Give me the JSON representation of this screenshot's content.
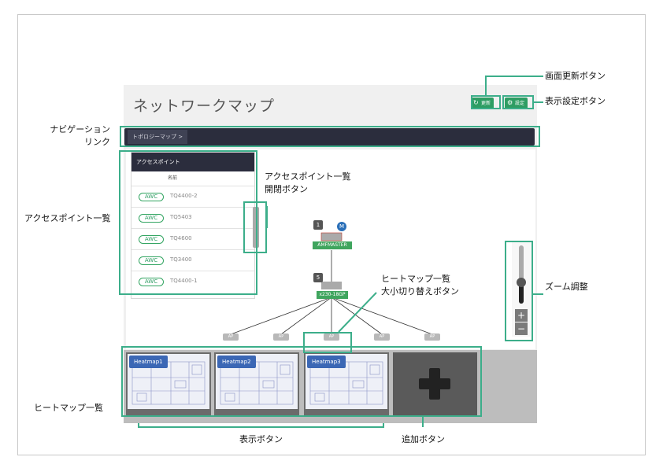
{
  "app": {
    "title": "ネットワークマップ",
    "refresh_button": "更新",
    "settings_button": "設定",
    "breadcrumb": "トポロジーマップ >"
  },
  "access_points": {
    "header": "アクセスポイント",
    "column_name": "名前",
    "rows": [
      {
        "badge": "AWC",
        "name": "TQ4400-2"
      },
      {
        "badge": "AWC",
        "name": "TQ5403"
      },
      {
        "badge": "AWC",
        "name": "TQ4600"
      },
      {
        "badge": "AWC",
        "name": "TQ3400"
      },
      {
        "badge": "AWC",
        "name": "TQ4400-1"
      }
    ]
  },
  "topology": {
    "master": {
      "badge": "1",
      "role": "M",
      "label": "AMFMASTER"
    },
    "switch": {
      "badge": "5",
      "label": "x230-18GP"
    },
    "ap_icon_label": "AP"
  },
  "zoom": {
    "plus": "+",
    "minus": "−",
    "level": 0.35
  },
  "heatmaps": [
    {
      "label": "Heatmap1"
    },
    {
      "label": "Heatmap2"
    },
    {
      "label": "Heatmap3"
    }
  ],
  "annotations": {
    "refresh": "画面更新ボタン",
    "settings": "表示設定ボタン",
    "navigation_line1": "ナビゲーション",
    "navigation_line2": "リンク",
    "ap_toggle_line1": "アクセスポイント一覧",
    "ap_toggle_line2": "開閉ボタン",
    "ap_list": "アクセスポイント一覧",
    "zoom": "ズーム調整",
    "heatmap_size_line1": "ヒートマップ一覧",
    "heatmap_size_line2": "大小切り替えボタン",
    "heatmap_list": "ヒートマップ一覧",
    "show_buttons": "表示ボタン",
    "add_button": "追加ボタン"
  },
  "colors": {
    "callout": "#3cae8a",
    "header_dark": "#2b2d3d",
    "button_green": "#2e9d63",
    "heatmap_label": "#3b67b5"
  }
}
